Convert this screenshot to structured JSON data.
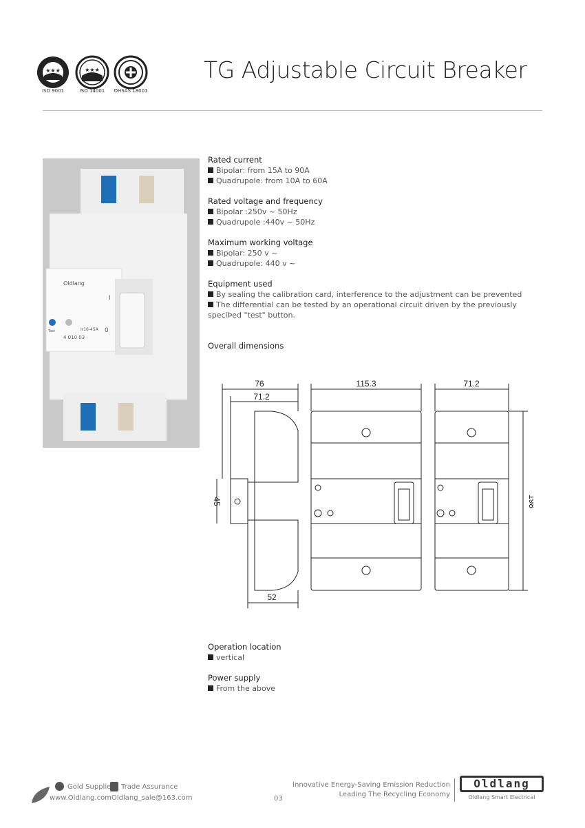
{
  "header": {
    "title": "TG Adjustable Circuit Breaker",
    "certifications": [
      "ISO 9001",
      "ISO 14001",
      "OHSAS 18001"
    ]
  },
  "photo": {
    "brand": "Oldlang",
    "switch_on": "I",
    "switch_off": "0",
    "rating": "Ir16-45A",
    "code": "4 010 03",
    "test": "Test"
  },
  "specs": [
    {
      "heading": "Rated current",
      "items": [
        "Bipolar: from 15A to 90A",
        "Quadrupole: from 10A to 60A"
      ]
    },
    {
      "heading": "Rated voltage and frequency",
      "items": [
        "Bipolar :250v ~ 50Hz",
        "Quadrupole :440v ~ 50Hz"
      ]
    },
    {
      "heading": "Maximum working voltage",
      "items": [
        "Bipolar: 250 v ~",
        "Quadrupole: 440 v ~"
      ]
    },
    {
      "heading": "Equipment used",
      "items": [
        "By sealing the calibration card, interference to the adjustment can be prevented",
        "The differential can be tested by an operational circuit driven by the previously speciÞed \"test\" button."
      ]
    }
  ],
  "dimensions": {
    "heading": "Overall dimensions",
    "side_depth": "76",
    "side_depth_inner": "71.2",
    "side_height": "45",
    "side_bottom": "52",
    "front_width": "115.3",
    "right_width": "71.2",
    "height": "198"
  },
  "specs2": [
    {
      "heading": "Operation location",
      "items": [
        "vertical"
      ]
    },
    {
      "heading": "Power supply",
      "items": [
        "From the above"
      ]
    }
  ],
  "footer": {
    "gold_supplier": "Gold Supplier",
    "trade_assurance": "Trade Assurance",
    "website": "www.Oldlang.com",
    "email": "Oldlang_sale@163.com",
    "page": "03",
    "slogan1": "Innovative Energy-Saving Emission Reduction",
    "slogan2": "Leading The Recycling Economy",
    "logo": "Oldlang",
    "company": "Oldlang Smart Electrical"
  }
}
